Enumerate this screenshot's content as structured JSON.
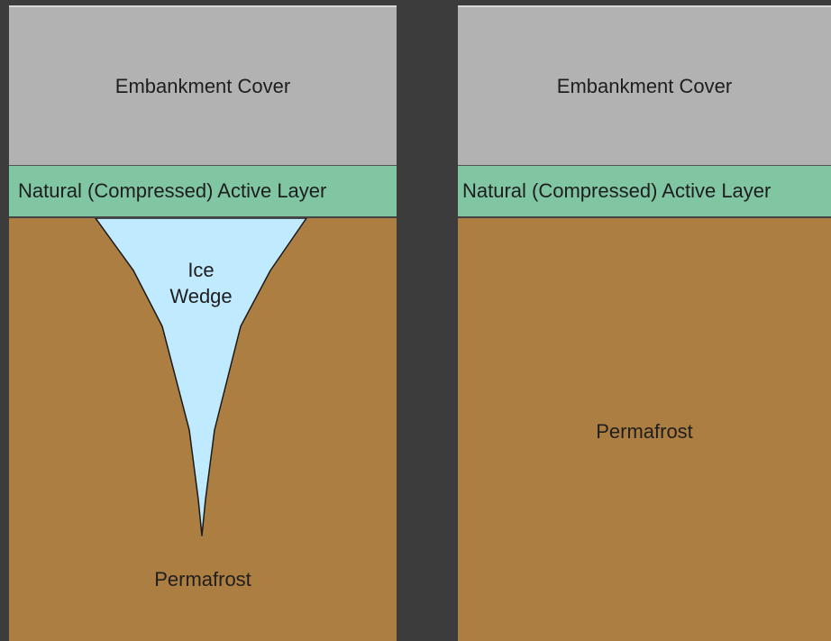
{
  "left_panel": {
    "embankment_label": "Embankment Cover",
    "active_layer_label": "Natural (Compressed) Active Layer",
    "ice_wedge_label_line1": "Ice",
    "ice_wedge_label_line2": "Wedge",
    "permafrost_label": "Permafrost"
  },
  "right_panel": {
    "embankment_label": "Embankment Cover",
    "active_layer_label": "Natural (Compressed) Active Layer",
    "permafrost_label": "Permafrost"
  },
  "colors": {
    "background": "#3c3c3c",
    "embankment": "#b2b2b2",
    "active_layer": "#80c6a3",
    "permafrost": "#ad7e42",
    "ice_wedge": "#c0eaff"
  }
}
